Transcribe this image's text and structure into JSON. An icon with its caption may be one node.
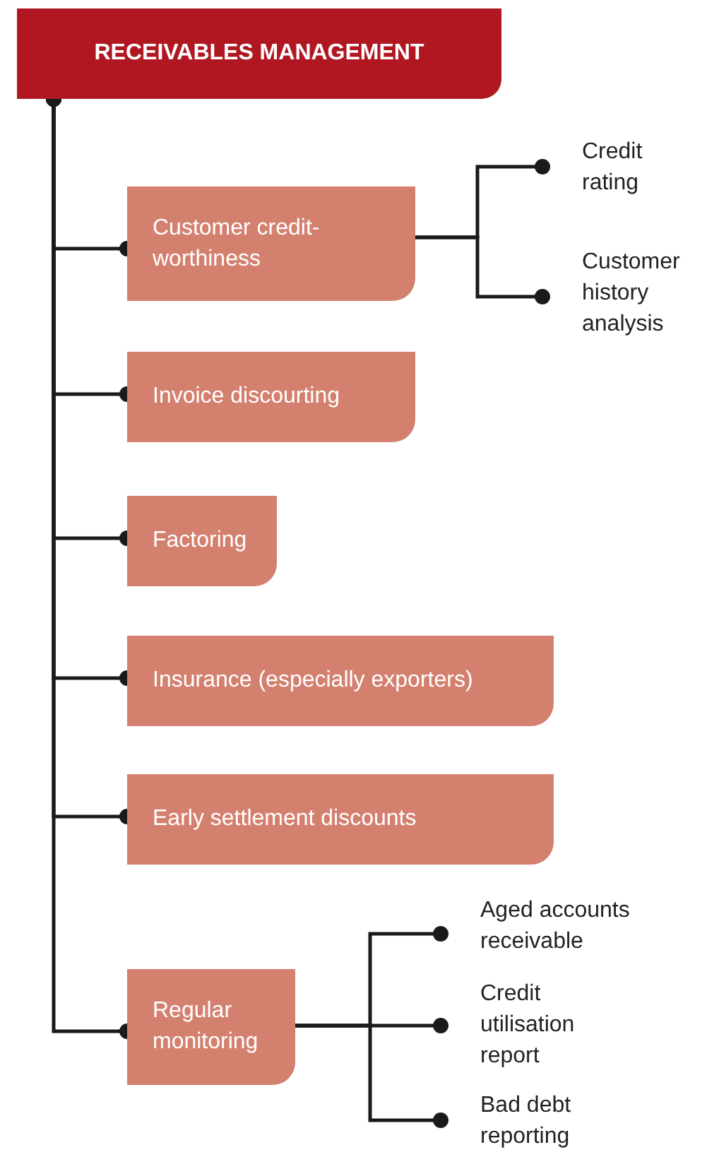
{
  "diagram": {
    "nodes": [
      {
        "text": [
          "RECEIVABLES MANAGEMENT"
        ]
      },
      {
        "text": [
          "Customer credit-worthiness"
        ]
      },
      {
        "text": [
          "Invoice discourting"
        ]
      },
      {
        "text": [
          "Factoring"
        ]
      },
      {
        "text": [
          "Insurance (especially exporters)"
        ]
      },
      {
        "text": [
          "Early settlement discounts"
        ]
      },
      {
        "text": [
          "Regular monitoring"
        ]
      },
      {
        "text": [
          "Credit rating"
        ]
      },
      {
        "text": [
          "Customer history analysis"
        ]
      },
      {
        "text": [
          "Aged accounts receivable"
        ]
      },
      {
        "text": [
          "Credit utilisation report"
        ]
      },
      {
        "text": [
          "Bad debt reporting"
        ]
      }
    ],
    "edges": [
      {
        "from": 0,
        "to": 1,
        "arrow": "other"
      },
      {
        "from": 0,
        "to": 2,
        "arrow": "other"
      },
      {
        "from": 0,
        "to": 3,
        "arrow": "other"
      },
      {
        "from": 0,
        "to": 4,
        "arrow": "other"
      },
      {
        "from": 0,
        "to": 5,
        "arrow": "other"
      },
      {
        "from": 0,
        "to": 6,
        "arrow": "other"
      },
      {
        "from": 1,
        "to": 7,
        "arrow": "other"
      },
      {
        "from": 1,
        "to": 8,
        "arrow": "other"
      },
      {
        "from": 6,
        "to": 9,
        "arrow": "other"
      },
      {
        "from": 6,
        "to": 10,
        "arrow": "other"
      },
      {
        "from": 6,
        "to": 11,
        "arrow": "other"
      }
    ]
  }
}
